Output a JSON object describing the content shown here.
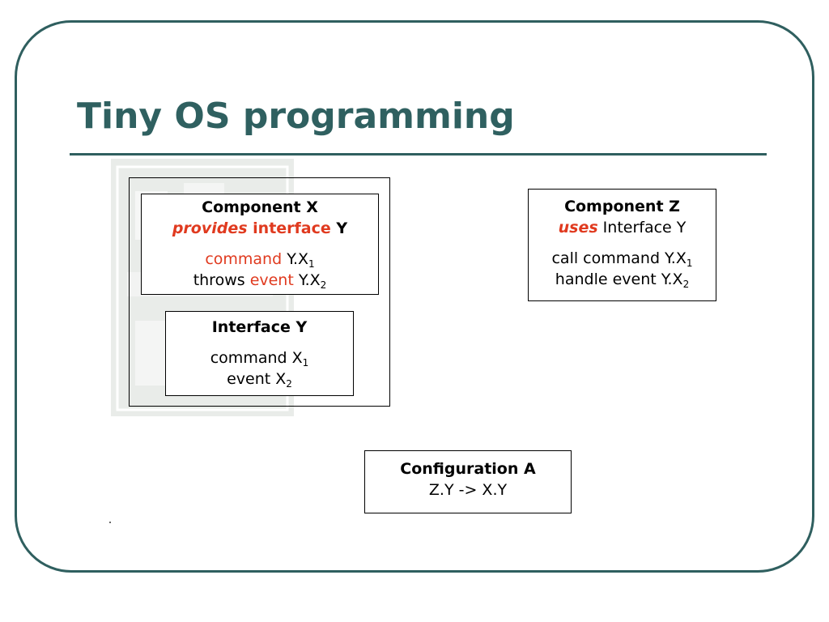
{
  "slide": {
    "title": "Tiny OS programming"
  },
  "component_x": {
    "title": "Component X",
    "provides_word": "provides",
    "interface_word": " interface",
    "interface_name": " Y",
    "command_word": "command",
    "command_ref": " Y.X",
    "command_sub": "1",
    "throws_word": "throws ",
    "event_word": "event",
    "event_ref": " Y.X",
    "event_sub": "2"
  },
  "interface_y": {
    "title": "Interface Y",
    "command_label": "command X",
    "command_sub": "1",
    "event_label": "event X",
    "event_sub": "2"
  },
  "component_z": {
    "title": "Component Z",
    "uses_word": "uses",
    "interface_text": " Interface Y",
    "call_label": "call command Y.X",
    "call_sub": "1",
    "handle_label": "handle event Y.X",
    "handle_sub": "2"
  },
  "configuration_a": {
    "title": "Configuration A",
    "wiring": "Z.Y -> X.Y"
  },
  "colors": {
    "accent": "#2f6060",
    "keyword": "#e03a1f"
  }
}
